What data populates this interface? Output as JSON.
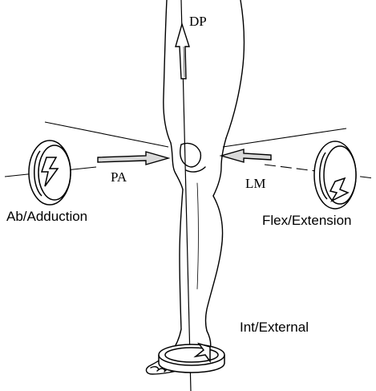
{
  "labels": {
    "dp": "DP",
    "pa": "PA",
    "lm": "LM",
    "ab_adduction": "Ab/Adduction",
    "flex_extension": "Flex/Extension",
    "int_external": "Int/External"
  },
  "colors": {
    "line": "#000000",
    "fill": "#ffffff",
    "shade": "#d9d9d9"
  }
}
